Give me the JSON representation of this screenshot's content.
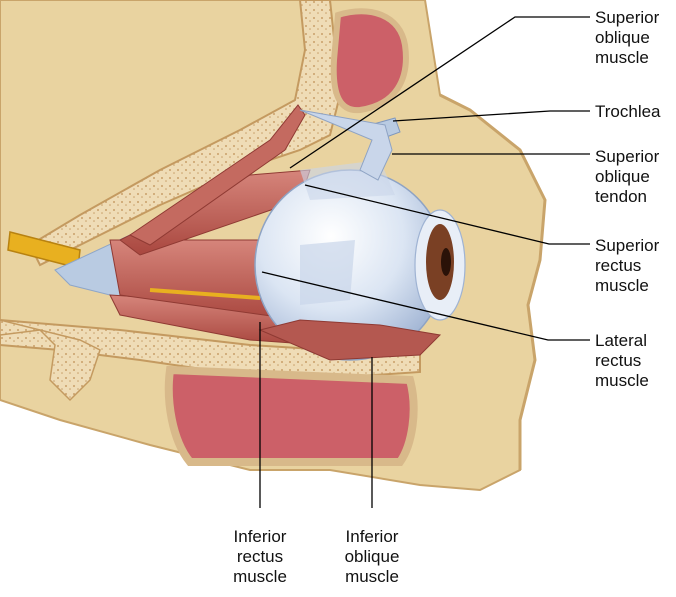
{
  "figure": {
    "labels": {
      "superior_oblique_muscle": [
        "Superior",
        "oblique",
        "muscle"
      ],
      "trochlea": [
        "Trochlea"
      ],
      "superior_oblique_tendon": [
        "Superior",
        "oblique",
        "tendon"
      ],
      "superior_rectus_muscle": [
        "Superior",
        "rectus",
        "muscle"
      ],
      "lateral_rectus_muscle": [
        "Lateral",
        "rectus",
        "muscle"
      ],
      "inferior_rectus_muscle": [
        "Inferior",
        "rectus",
        "muscle"
      ],
      "inferior_oblique_muscle": [
        "Inferior",
        "oblique",
        "muscle"
      ]
    },
    "colors": {
      "bone": "#e9d3a0",
      "bone_dark": "#d2b47a",
      "cancellous": "#ecd8b4",
      "sinus": "#cc6068",
      "muscle": "#c0605a",
      "muscle_light": "#d98a80",
      "sclera": "#dde6f3",
      "iris": "#7a4024",
      "nerve": "#e8b020",
      "leader": "#000000"
    }
  }
}
